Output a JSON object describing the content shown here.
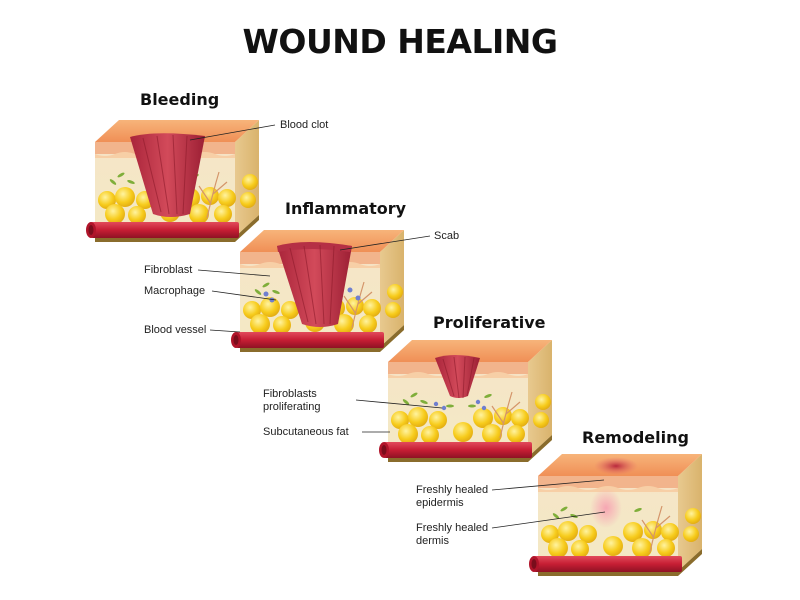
{
  "title": "WOUND HEALING",
  "stages": [
    {
      "name": "Bleeding"
    },
    {
      "name": "Inflammatory"
    },
    {
      "name": "Proliferative"
    },
    {
      "name": "Remodeling"
    }
  ],
  "labels": {
    "blood_clot": "Blood clot",
    "scab": "Scab",
    "fibroblast": "Fibroblast",
    "macrophage": "Macrophage",
    "blood_vessel": "Blood vessel",
    "fibroblasts_proliferating_1": "Fibroblasts",
    "fibroblasts_proliferating_2": "proliferating",
    "subcutaneous_fat": "Subcutaneous fat",
    "freshly_healed_epidermis_1": "Freshly healed",
    "freshly_healed_epidermis_2": "epidermis",
    "freshly_healed_dermis_1": "Freshly healed",
    "freshly_healed_dermis_2": "dermis"
  },
  "colors": {
    "epidermis_top": "#f4a266",
    "epidermis_side": "#f2b184",
    "dermis": "#f6ecc6",
    "fat": "#f7c91c",
    "vessel": "#c8223a",
    "clot": "#c4374a",
    "base": "#8a6c2c"
  }
}
